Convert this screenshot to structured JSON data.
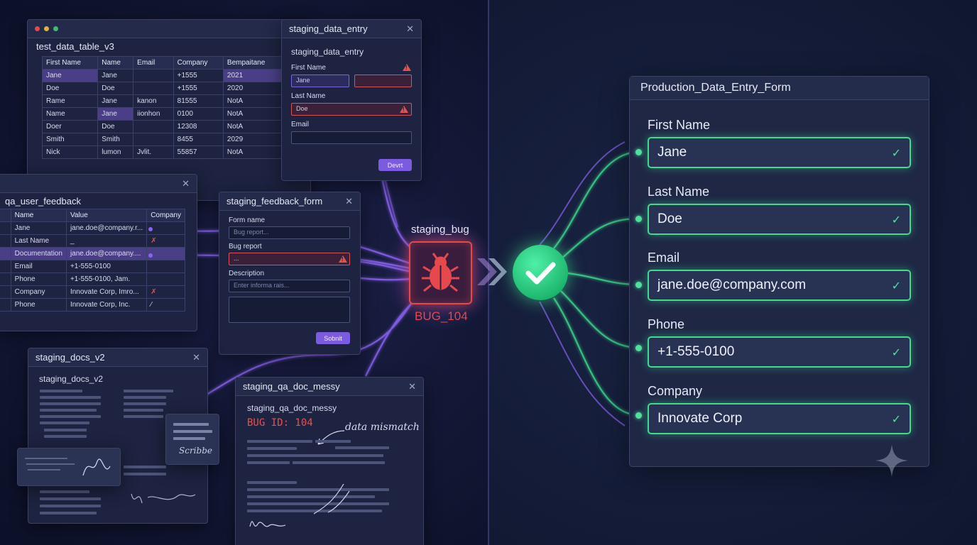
{
  "test_table": {
    "title": "test_data_table_v3",
    "headers": [
      "First Name",
      "Name",
      "Email",
      "Company",
      "Bempaitane"
    ],
    "rows": [
      [
        "Jane",
        "Jane",
        "",
        "+1555",
        "2021"
      ],
      [
        "Doe",
        "Doe",
        "",
        "+1555",
        "2020"
      ],
      [
        "Rame",
        "Jane",
        "kanon",
        "81555",
        "NotA"
      ],
      [
        "Name",
        "Jane",
        "iionhon",
        "0100",
        "NotA"
      ],
      [
        "Doer",
        "Doe",
        "",
        "12308",
        "NotA"
      ],
      [
        "Smith",
        "Smith",
        "",
        "8455",
        "2029"
      ],
      [
        "Nick",
        "lumon",
        "Jvlit.",
        "55857",
        "NotA"
      ]
    ]
  },
  "staging_entry": {
    "title": "staging_data_entry",
    "heading": "staging_data_entry",
    "first_name_label": "First Name",
    "first_name_value": "Jane",
    "last_name_label": "Last Name",
    "last_name_value": "Doe",
    "email_label": "Email",
    "button": "Devrt"
  },
  "qa_feedback": {
    "title": "qa_user_feedback",
    "headers": [
      "Name",
      "Value",
      "Company"
    ],
    "rows": [
      [
        "Jane",
        "jane.doe@company.r..."
      ],
      [
        "Last Name",
        "_"
      ],
      [
        "Documentation",
        "jane.doe@company...."
      ],
      [
        "Email",
        "+1-555-0100"
      ],
      [
        "Phone",
        "+1-555-0100, Jam."
      ],
      [
        "Company",
        "Innovate Corp, Imro..."
      ],
      [
        "Phone",
        "Innovate Corp, Inc."
      ]
    ]
  },
  "feedback_form": {
    "title": "staging_feedback_form",
    "form_name_label": "Form name",
    "form_name_placeholder": "Bug report...",
    "bug_report_label": "Bug report",
    "bug_report_value": "...",
    "description_label": "Description",
    "description_placeholder": "Enter informa rais...",
    "button": "Sobnit"
  },
  "bug": {
    "label": "staging_bug",
    "id": "BUG_104",
    "colors": {
      "bug": "#e5484d",
      "glow": "#7c4ddb"
    }
  },
  "docs": {
    "title": "staging_docs_v2",
    "heading": "staging_docs_v2",
    "scribble_note": "Scribbe"
  },
  "qa_doc": {
    "title": "staging_qa_doc_messy",
    "heading": "staging_qa_doc_messy",
    "bug_id": "BUG ID: 104",
    "note": "data mismatch"
  },
  "production": {
    "title": "Production_Data_Entry_Form",
    "fields": [
      {
        "label": "First Name",
        "value": "Jane"
      },
      {
        "label": "Last Name",
        "value": "Doe"
      },
      {
        "label": "Email",
        "value": "jane.doe@company.com"
      },
      {
        "label": "Phone",
        "value": "+1-555-0100"
      },
      {
        "label": "Company",
        "value": "Innovate Corp"
      }
    ],
    "colors": {
      "valid": "#3fdb8f"
    }
  }
}
